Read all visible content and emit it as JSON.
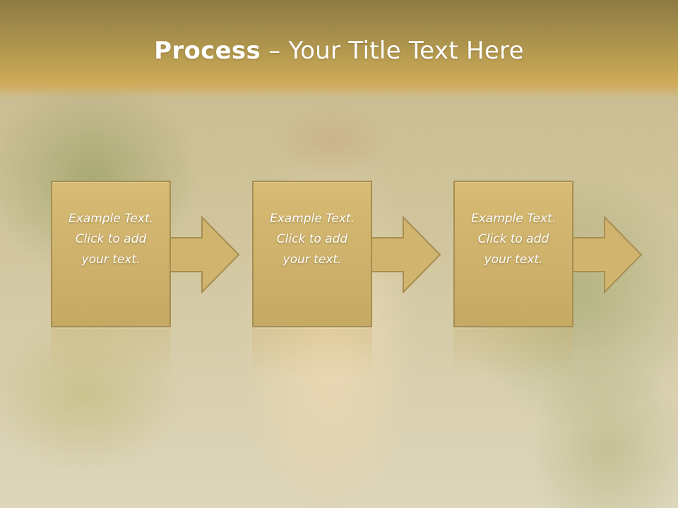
{
  "slide": {
    "title_bold": "Process",
    "title_rest": " – Your Title Text Here"
  },
  "steps": [
    {
      "lines": [
        "Example Text.",
        "Click  to add",
        "your text."
      ]
    },
    {
      "lines": [
        "Example Text.",
        "Click  to add",
        "your text."
      ]
    },
    {
      "lines": [
        "Example Text.",
        "Click  to add",
        "your text."
      ]
    }
  ],
  "colors": {
    "header": "#b59a4f",
    "box_fill": "#d1b56e",
    "box_border": "#a68e52",
    "text": "#ffffff"
  }
}
